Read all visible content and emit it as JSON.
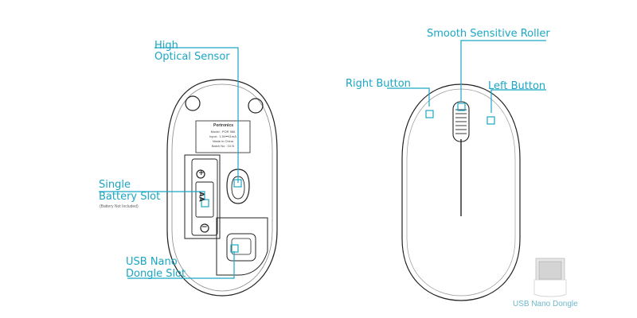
{
  "labels": {
    "sensor_line1": "High",
    "sensor_line2": "Optical Sensor",
    "battery_line1": "Single",
    "battery_line2": "Battery Slot",
    "battery_note": "(Battery Not Included)",
    "dongle_slot_line1": "USB Nano",
    "dongle_slot_line2": "Dongle Slot",
    "roller": "Smooth Sensitive Roller",
    "right_button": "Right Button",
    "left_button": "Left Button",
    "dongle": "USB Nano Dongle"
  },
  "sticker": {
    "brand": "Portronics",
    "model": "Model : POR 986",
    "input": "Input : 1.5V⎓11mA",
    "origin": "Made in China",
    "batch": "Batch No : 10 N"
  },
  "battery_marks": {
    "plus": "+",
    "minus": "−",
    "aa": "AA"
  },
  "colors": {
    "callout": "#1aa6c4",
    "outline": "#222222"
  }
}
